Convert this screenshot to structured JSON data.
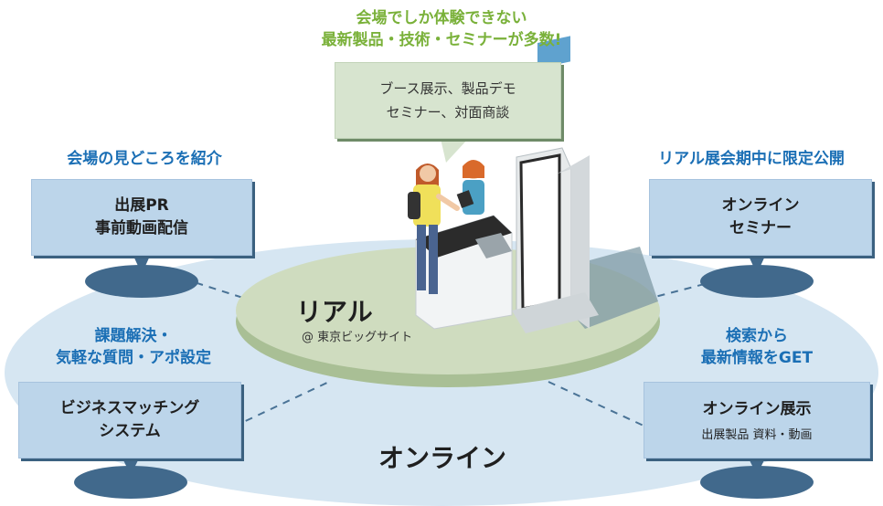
{
  "top_callout": {
    "heading_lines": [
      "会場でしか体験できない",
      "最新製品・技術・セミナーが多数!"
    ],
    "box_lines": [
      "ブース展示、製品デモ",
      "セミナー、対面商談"
    ]
  },
  "center": {
    "title": "リアル",
    "subtitle": "@ 東京ビッグサイト"
  },
  "outer": {
    "title": "オンライン"
  },
  "left_top": {
    "heading": "会場の見どころを紹介",
    "box_lines": [
      "出展PR",
      "事前動画配信"
    ]
  },
  "left_bottom": {
    "heading_lines": [
      "課題解決・",
      "気軽な質問・アポ設定"
    ],
    "box_lines": [
      "ビジネスマッチング",
      "システム"
    ]
  },
  "right_top": {
    "heading": "リアル展会期中に限定公開",
    "box_lines": [
      "オンライン",
      "セミナー"
    ]
  },
  "right_bottom": {
    "heading_lines": [
      "検索から",
      "最新情報をGET"
    ],
    "box_title": "オンライン展示",
    "box_sub": "出展製品 資料・動画"
  },
  "colors": {
    "heading_green": "#7ab13a",
    "heading_blue": "#1b6fb5",
    "outer_ellipse": "#d6e6f2",
    "inner_disc": "#cfdcbf",
    "inner_disc_edge": "#a9bf95",
    "dark_blue": "#41698c"
  }
}
